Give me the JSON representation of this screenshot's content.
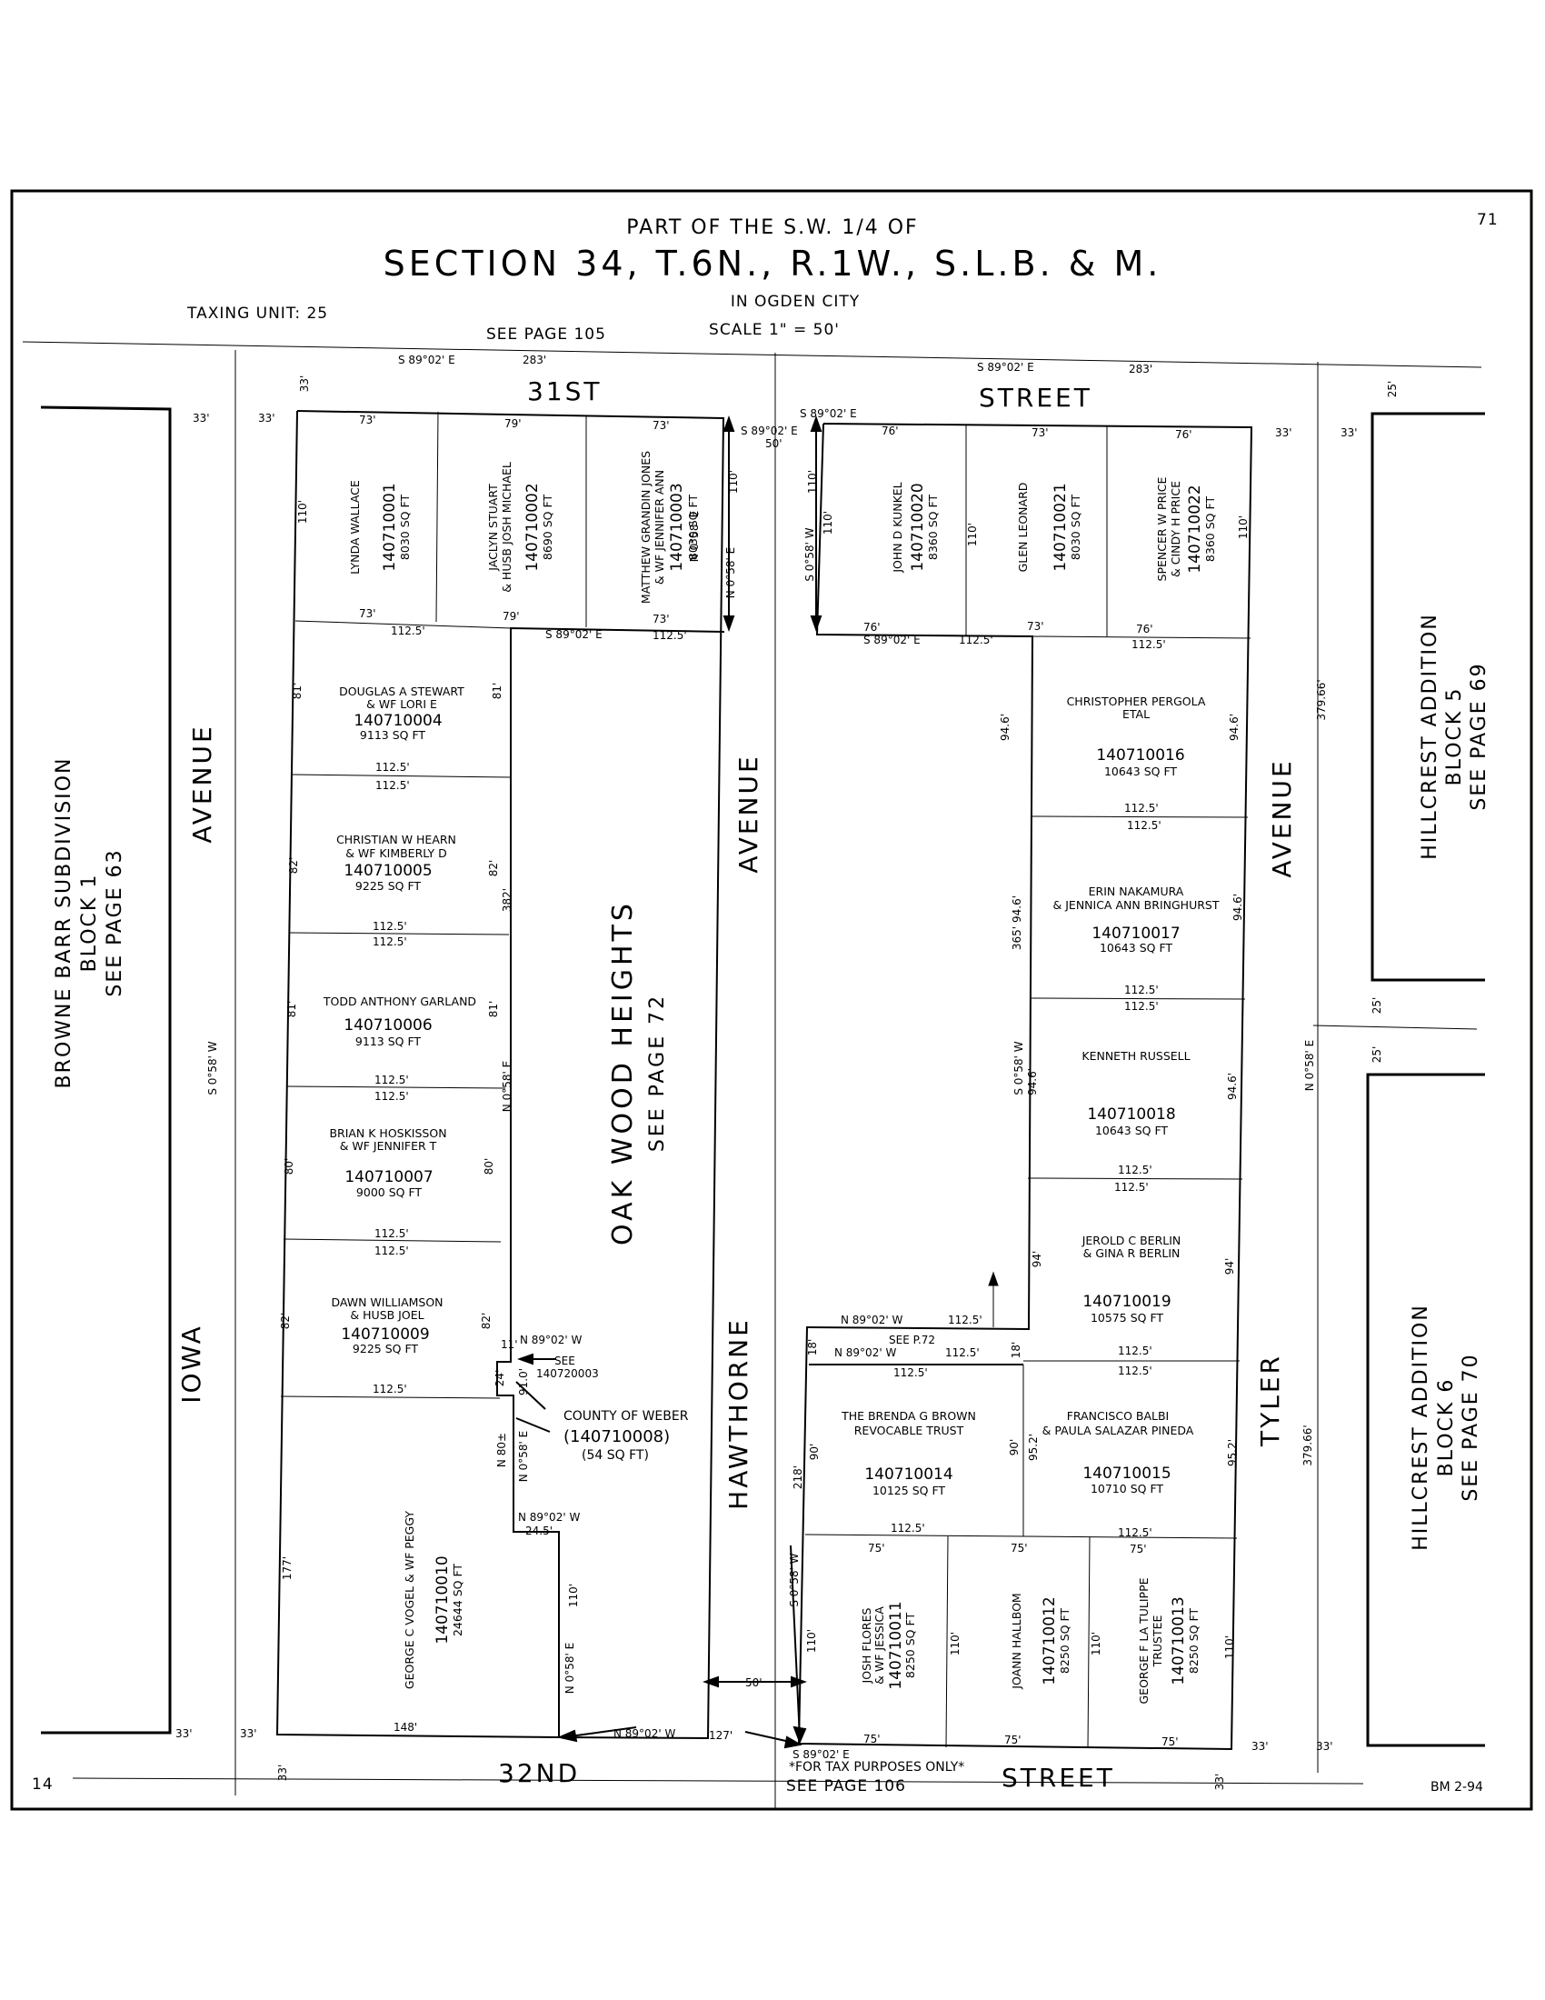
{
  "header": {
    "line1": "PART OF THE S.W. 1/4 OF",
    "line2": "SECTION 34, T.6N., R.1W., S.L.B. & M.",
    "line3": "IN OGDEN CITY",
    "scale": "SCALE 1\" = 50'",
    "taxing_unit": "TAXING UNIT: 25",
    "page_number": "71",
    "see_top": "SEE PAGE 105",
    "page_left": "14",
    "footer_code": "BM 2-94"
  },
  "streets": {
    "s31_a": "31ST",
    "s31_b": "STREET",
    "s32_a": "32ND",
    "s32_b": "STREET",
    "iowa_a": "IOWA",
    "iowa_b": "AVENUE",
    "haw_a": "HAWTHORNE",
    "haw_b": "AVENUE",
    "tyler_a": "TYLER",
    "tyler_b": "AVENUE"
  },
  "subdivisions": {
    "browne": [
      "BROWNE BARR SUBDIVISION",
      "BLOCK 1",
      "SEE PAGE 63"
    ],
    "hill5": [
      "HILLCREST ADDITION",
      "BLOCK 5",
      "SEE PAGE 69"
    ],
    "hill6": [
      "HILLCREST ADDITION",
      "BLOCK 6",
      "SEE PAGE 70"
    ],
    "oak": [
      "OAK WOOD HEIGHTS",
      "SEE PAGE 72"
    ]
  },
  "notes": {
    "tax": "*FOR TAX PURPOSES ONLY*",
    "see_bottom": "SEE PAGE 106",
    "see_p72": "SEE P.72",
    "see_01_a": "SEE",
    "see_01_b": "140720003",
    "county_a": "COUNTY OF WEBER",
    "county_b": "(140710008)",
    "county_c": "(54 SQ FT)"
  },
  "parcels": [
    {
      "owner": [
        "LYNDA WALLACE"
      ],
      "id": "140710001",
      "area": "8030 SQ FT"
    },
    {
      "owner": [
        "JACLYN STUART",
        "& HUSB JOSH MICHAEL"
      ],
      "id": "140710002",
      "area": "8690 SQ FT"
    },
    {
      "owner": [
        "MATTHEW GRANDIN JONES",
        "& WF JENNIFER ANN"
      ],
      "id": "140710003",
      "area": "8030 SQ FT"
    },
    {
      "owner": [
        "DOUGLAS A STEWART",
        "& WF LORI E"
      ],
      "id": "140710004",
      "area": "9113 SQ FT"
    },
    {
      "owner": [
        "CHRISTIAN W HEARN",
        "& WF KIMBERLY D"
      ],
      "id": "140710005",
      "area": "9225 SQ FT"
    },
    {
      "owner": [
        "TODD ANTHONY GARLAND"
      ],
      "id": "140710006",
      "area": "9113 SQ FT"
    },
    {
      "owner": [
        "BRIAN K HOSKISSON",
        "& WF JENNIFER T"
      ],
      "id": "140710007",
      "area": "9000 SQ FT"
    },
    {
      "owner": [
        "DAWN WILLIAMSON",
        "& HUSB JOEL"
      ],
      "id": "140710009",
      "area": "9225 SQ FT"
    },
    {
      "owner": [
        "GEORGE C VOGEL & WF PEGGY"
      ],
      "id": "140710010",
      "area": "24644 SQ FT"
    },
    {
      "owner": [
        "JOSH FLORES",
        "& WF JESSICA"
      ],
      "id": "140710011",
      "area": "8250 SQ FT"
    },
    {
      "owner": [
        "JOANN HALLBOM"
      ],
      "id": "140710012",
      "area": "8250 SQ FT"
    },
    {
      "owner": [
        "GEORGE F LA TULIPPE",
        "TRUSTEE"
      ],
      "id": "140710013",
      "area": "8250 SQ FT"
    },
    {
      "owner": [
        "THE BRENDA G BROWN",
        "REVOCABLE TRUST"
      ],
      "id": "140710014",
      "area": "10125 SQ FT"
    },
    {
      "owner": [
        "FRANCISCO BALBI",
        "& PAULA SALAZAR PINEDA"
      ],
      "id": "140710015",
      "area": "10710 SQ FT"
    },
    {
      "owner": [
        "CHRISTOPHER PERGOLA",
        "ETAL"
      ],
      "id": "140710016",
      "area": "10643 SQ FT"
    },
    {
      "owner": [
        "ERIN NAKAMURA",
        "& JENNICA ANN BRINGHURST"
      ],
      "id": "140710017",
      "area": "10643 SQ FT"
    },
    {
      "owner": [
        "KENNETH RUSSELL"
      ],
      "id": "140710018",
      "area": "10643 SQ FT"
    },
    {
      "owner": [
        "JEROLD C BERLIN",
        "& GINA R BERLIN"
      ],
      "id": "140710019",
      "area": "10575 SQ FT"
    },
    {
      "owner": [
        "JOHN D KUNKEL"
      ],
      "id": "140710020",
      "area": "8360 SQ FT"
    },
    {
      "owner": [
        "GLEN LEONARD"
      ],
      "id": "140710021",
      "area": "8030 SQ FT"
    },
    {
      "owner": [
        "SPENCER W PRICE",
        "& CINDY H PRICE"
      ],
      "id": "140710022",
      "area": "8360 SQ FT"
    }
  ],
  "dims": {
    "d33": "33'",
    "d25": "25'",
    "d283": "283'",
    "d50": "50'",
    "d73": "73'",
    "d79": "79'",
    "d76": "76'",
    "d75": "75'",
    "d110": "110'",
    "d1125": "112.5'",
    "d81": "81'",
    "d82": "82'",
    "d80": "80'",
    "d946": "94.6'",
    "d94": "94'",
    "d952": "95.2'",
    "d90": "90'",
    "d18": "18'",
    "d382": "382'",
    "d365": "365'",
    "d218": "218'",
    "d37966": "379.66'",
    "d148": "148'",
    "d177": "177'",
    "d127": "127'",
    "d11": "11'",
    "d24": "24'",
    "d910": "91.0'",
    "d80pm": "N 80±",
    "d245": "24.5'",
    "se": "S 89°02' E",
    "nw": "N 89°02' W",
    "ne": "N 0°58' E",
    "sw": "S 0°58' W"
  }
}
